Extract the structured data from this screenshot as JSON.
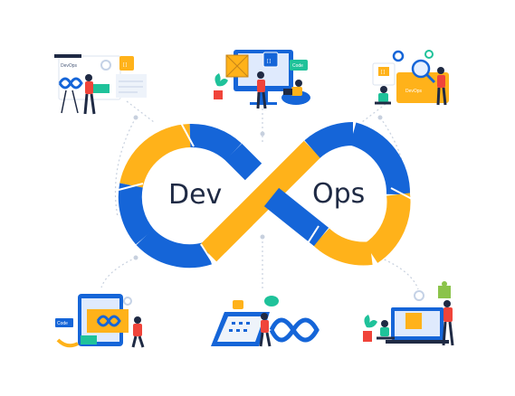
{
  "center": {
    "left_label": "Dev",
    "right_label": "Ops"
  },
  "vignettes": {
    "top_left": {
      "tag": "DevOps"
    },
    "top_center": {
      "tag": "Code"
    },
    "top_right": {
      "tag": "DevOps"
    },
    "bottom_left": {
      "tag": "Code"
    }
  },
  "colors": {
    "blue": "#1565d8",
    "orange": "#ffb21a",
    "navy": "#1f2a44",
    "accent_red": "#f0443a"
  }
}
